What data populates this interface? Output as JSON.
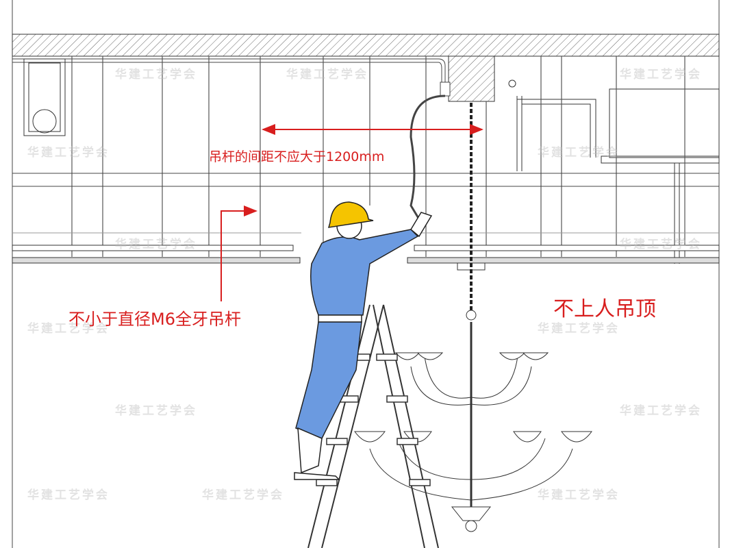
{
  "annotations": {
    "spacing_note": "吊杆的间距不应大于1200mm",
    "rod_note": "不小于直径M6全牙吊杆",
    "ceiling_type": "不上人吊顶"
  },
  "watermark": "华建工艺学会",
  "colors": {
    "annotation_red": "#d81e1e",
    "worker_suit": "#6b9ae0",
    "helmet": "#f5c400",
    "line": "#333333"
  }
}
